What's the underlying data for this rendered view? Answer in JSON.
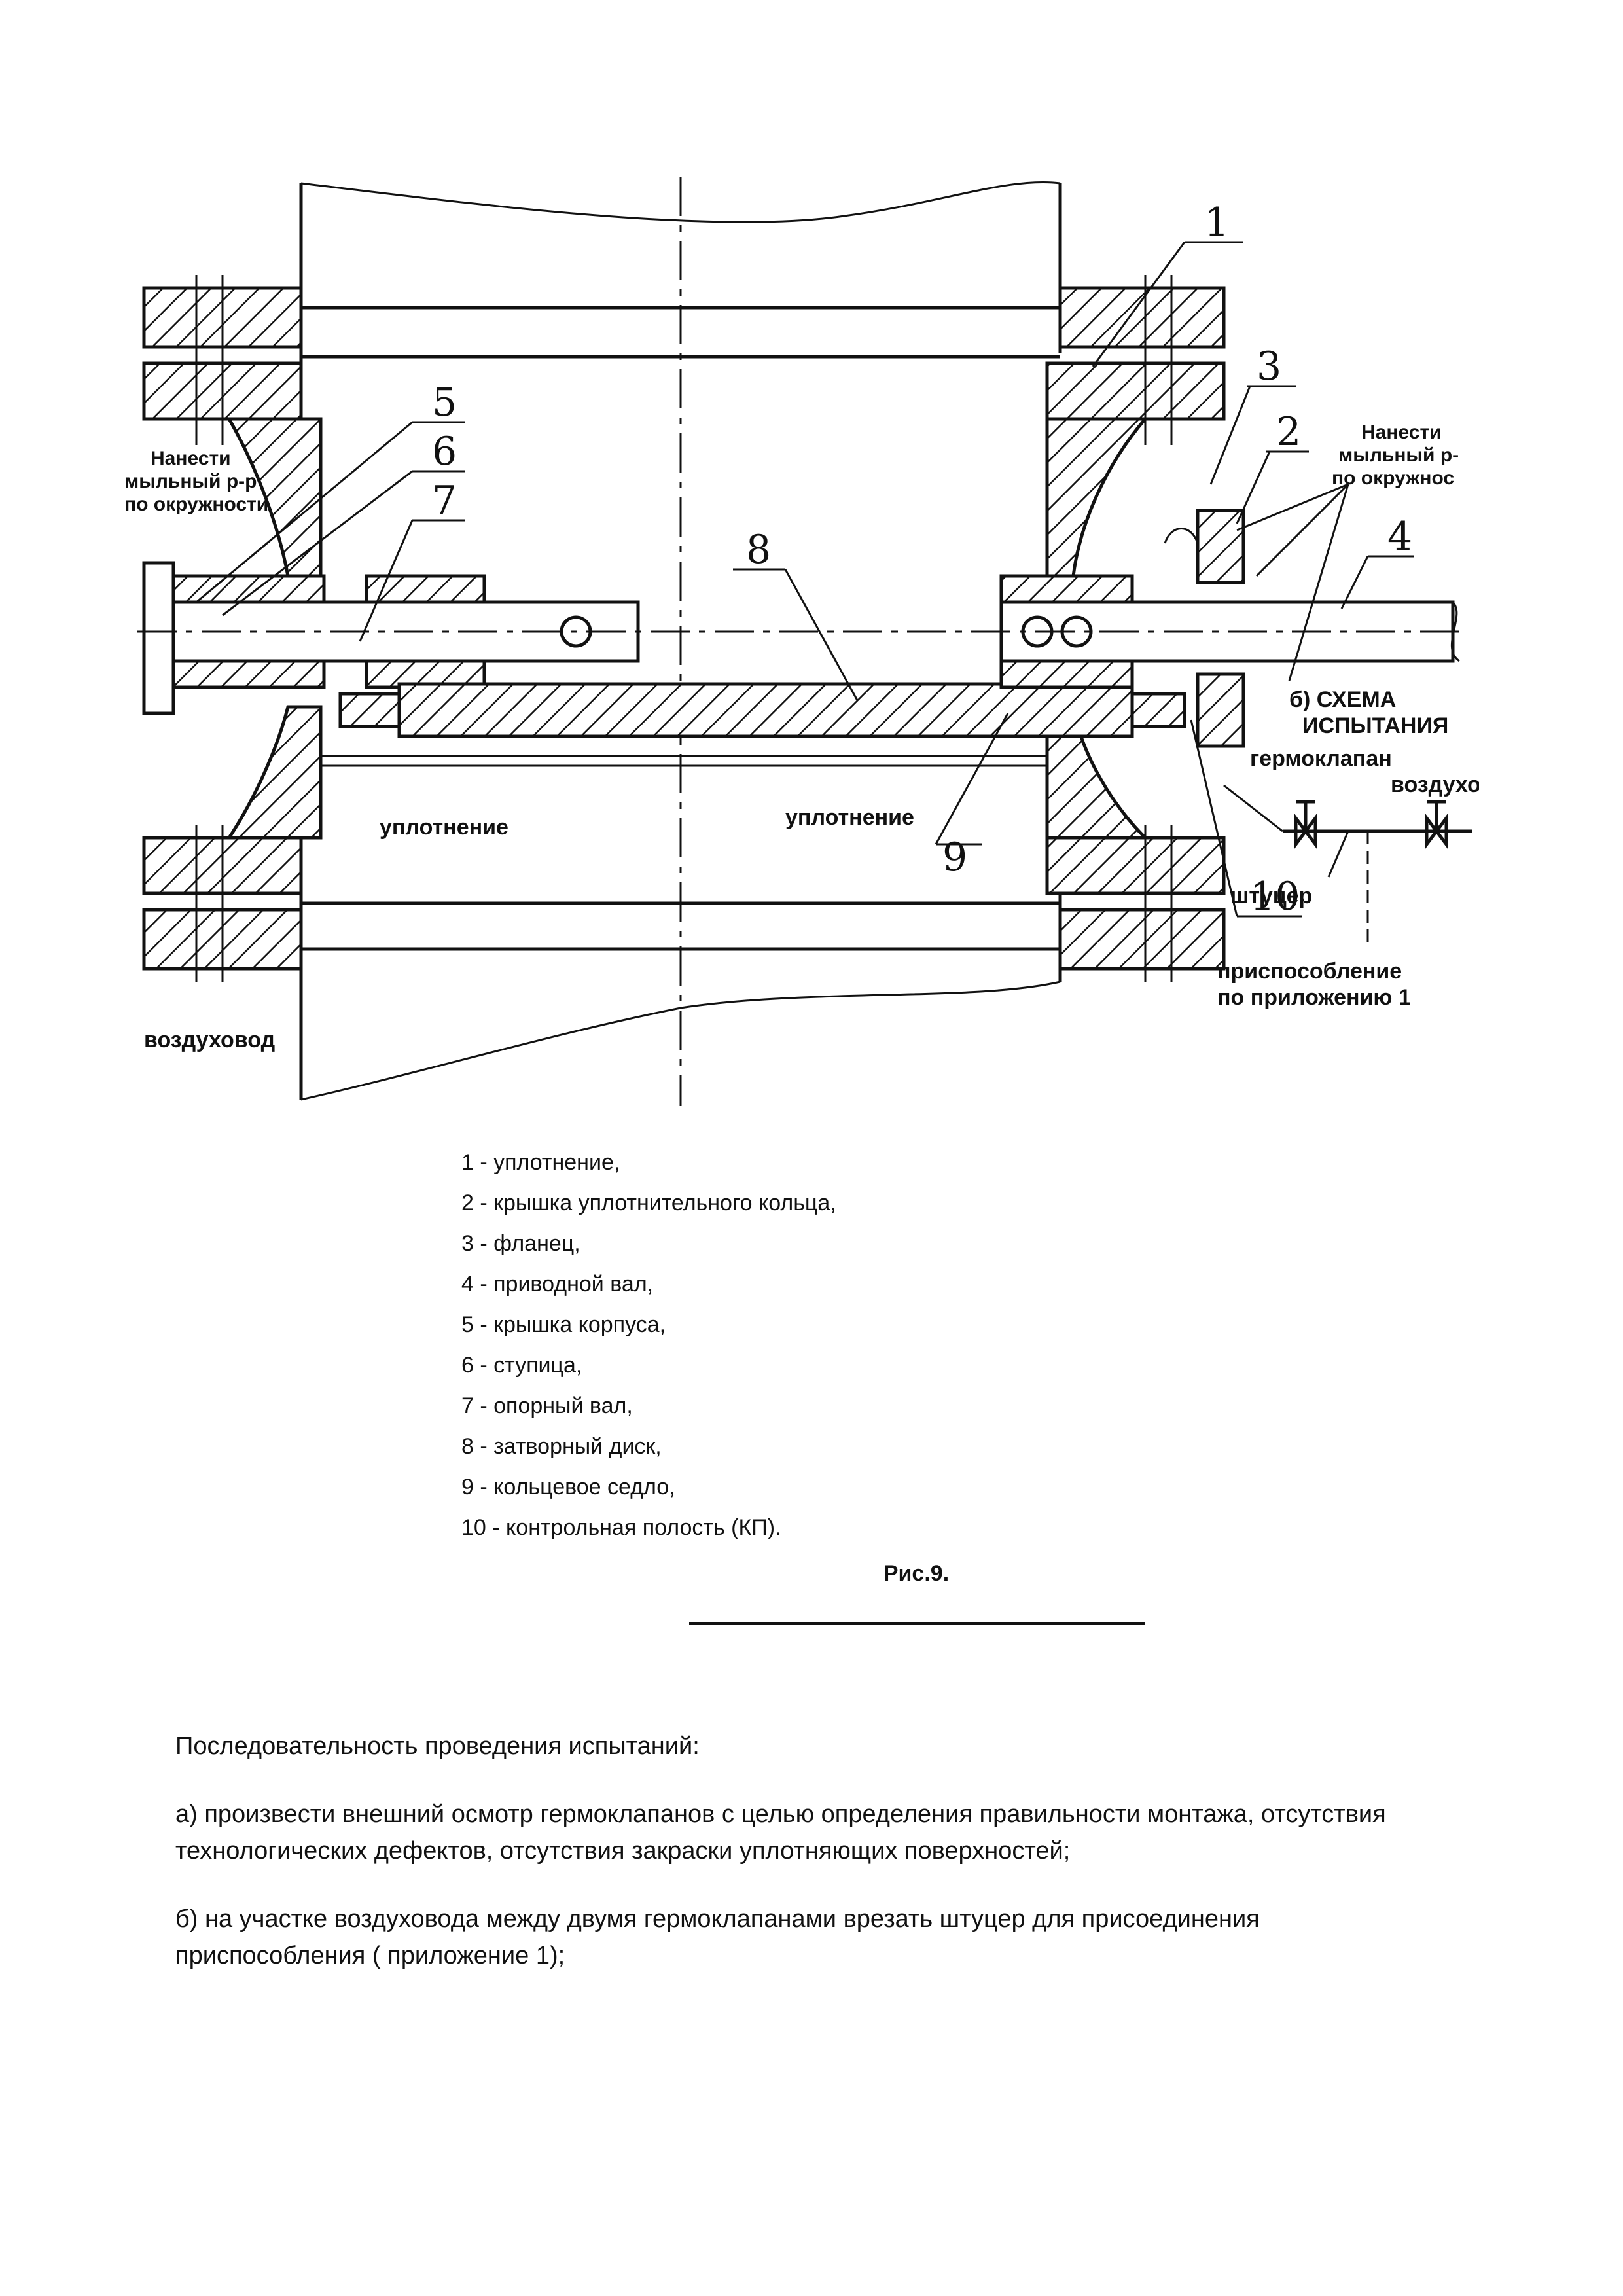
{
  "figure": {
    "callouts": [
      "1",
      "2",
      "3",
      "4",
      "5",
      "6",
      "7",
      "8",
      "9",
      "10"
    ],
    "labels": {
      "apply_left": [
        "Нанести",
        "мыльный р-р",
        "по окружности"
      ],
      "apply_right": [
        "Нанести",
        "мыльный р-",
        "по окружнос"
      ],
      "scheme": [
        "б) СХЕМА",
        "ИСПЫТАНИЯ"
      ],
      "valve": "гермоклапан",
      "air": "воздухо",
      "fitting": "штуцер",
      "device": [
        "приспособление",
        "по приложению 1"
      ],
      "seal_left": "уплотнение",
      "seal_right": "уплотнение",
      "duct": "воздуховод"
    },
    "legend": [
      "1 - уплотнение,",
      "2 - крышка уплотнительного кольца,",
      "3 - фланец,",
      "4 - приводной вал,",
      "5 - крышка корпуса,",
      "6 - ступица,",
      "7 - опорный вал,",
      "8 - затворный диск,",
      "9 - кольцевое седло,",
      "10 - контрольная полость (КП)."
    ],
    "caption": "Рис.9."
  },
  "text": {
    "heading": "Последовательность проведения испытаний:",
    "item_a": "а) произвести внешний осмотр гермоклапанов с целью определения правильности монтажа, отсутствия технологических дефектов, отсутствия закраски уплотняющих поверхностей;",
    "item_b": "б) на участке воздуховода между двумя гермоклапанами врезать штуцер для присоединения приспособления ( приложение 1);"
  }
}
